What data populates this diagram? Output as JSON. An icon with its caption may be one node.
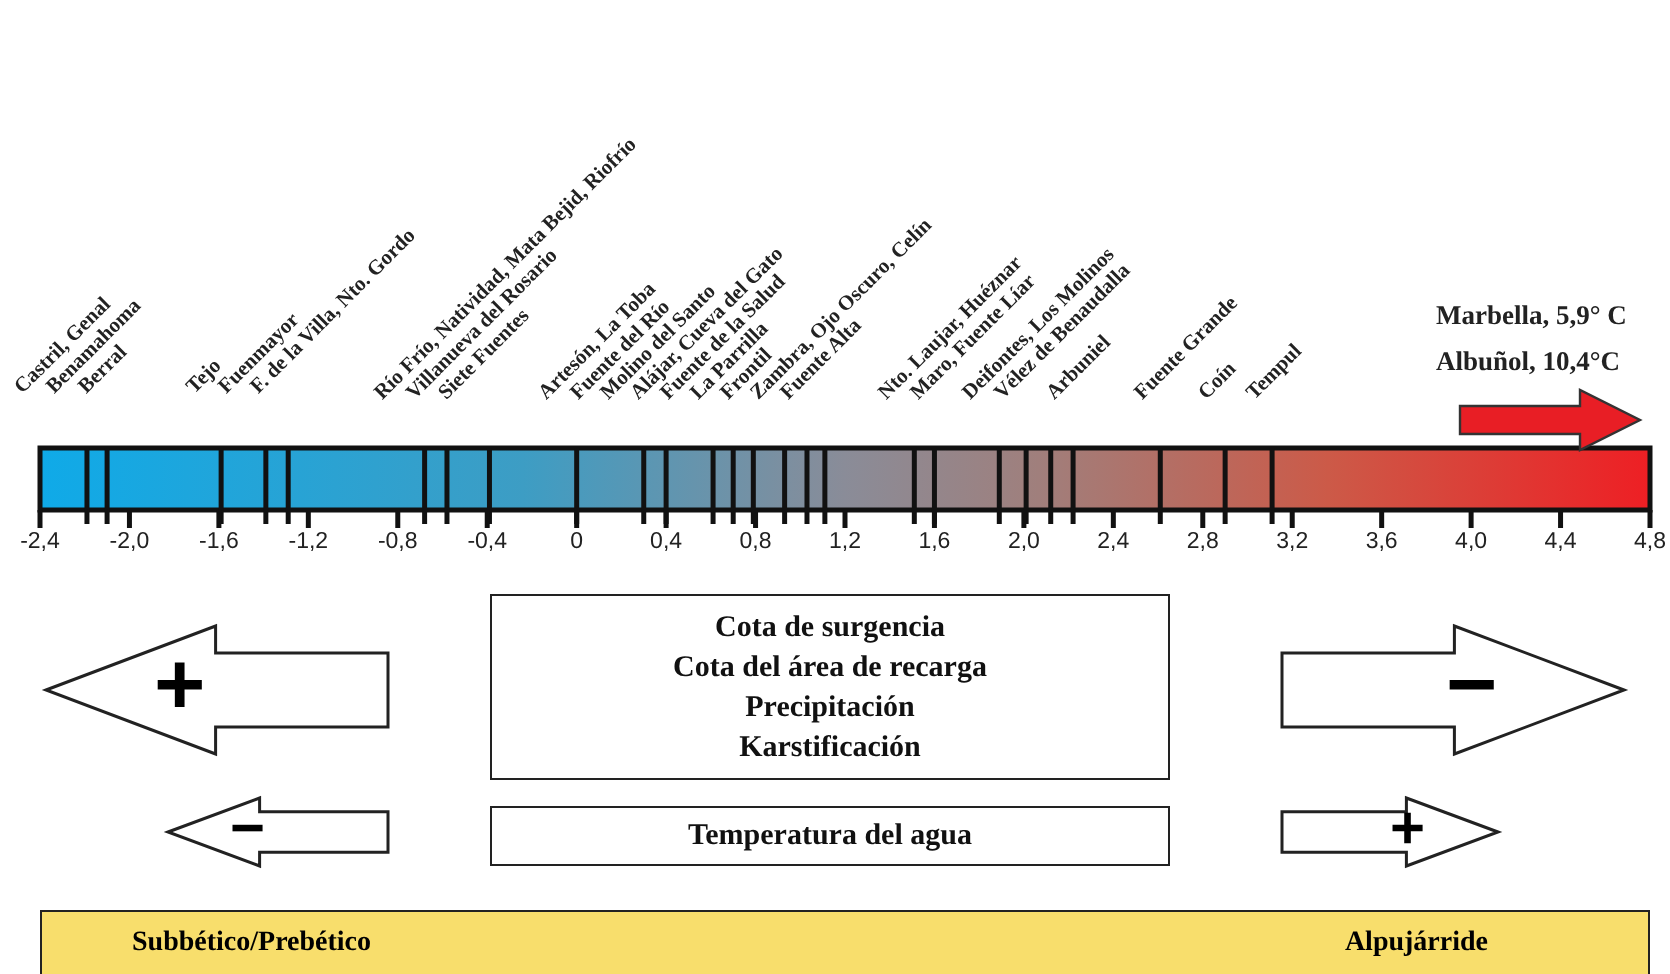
{
  "diagram": {
    "nodes": [
      {
        "text": [
          "+"
        ]
      },
      {
        "text": [
          "Cota de surgencia",
          "Cota del área de recarga",
          "Precipitación",
          "Karstificación"
        ]
      },
      {
        "text": [
          "−"
        ]
      },
      {
        "text": [
          "−"
        ]
      },
      {
        "text": [
          "Temperatura del agua"
        ]
      },
      {
        "text": [
          "+"
        ]
      },
      {
        "text": [
          "Subbético/Prebético",
          "Alpujárride"
        ]
      }
    ],
    "edges": [],
    "labels": [
      "Castril, Genal",
      "Benamahoma",
      "Berral",
      "Tejo",
      "Fuenmayor",
      "F. de la Villa, Nto. Gordo",
      "Río Frío, Natividad, Mata Bejid, Riofrío",
      "Villanueva del Rosario",
      "Siete Fuentes",
      "Artesón, La Toba",
      "Fuente del Río",
      "Molino del Santo",
      "Alájar, Cueva del Gato",
      "Fuente de la Salud",
      "La Parrilla",
      "Frontil",
      "Zambra, Ojo Oscuro, Celín",
      "Fuente Alta",
      "Nto. Laujar, Huéznar",
      "Maro, Fuente Líar",
      "Deifontes, Los Molinos",
      "Vélez de Benaudalla",
      "Arbuniel",
      "Fuente Grande",
      "Coín",
      "Tempul",
      "Marbella, 5,9° C",
      "Albuñol, 10,4°C",
      "-2,4",
      "-2,0",
      "-1,6",
      "-1,2",
      "-0,8",
      "-0,4",
      "0",
      "0,4",
      "0,8",
      "1,2",
      "1,6",
      "2,0",
      "2,4",
      "2,8",
      "3,2",
      "3,6",
      "4,0",
      "4,4",
      "4,8"
    ]
  }
}
